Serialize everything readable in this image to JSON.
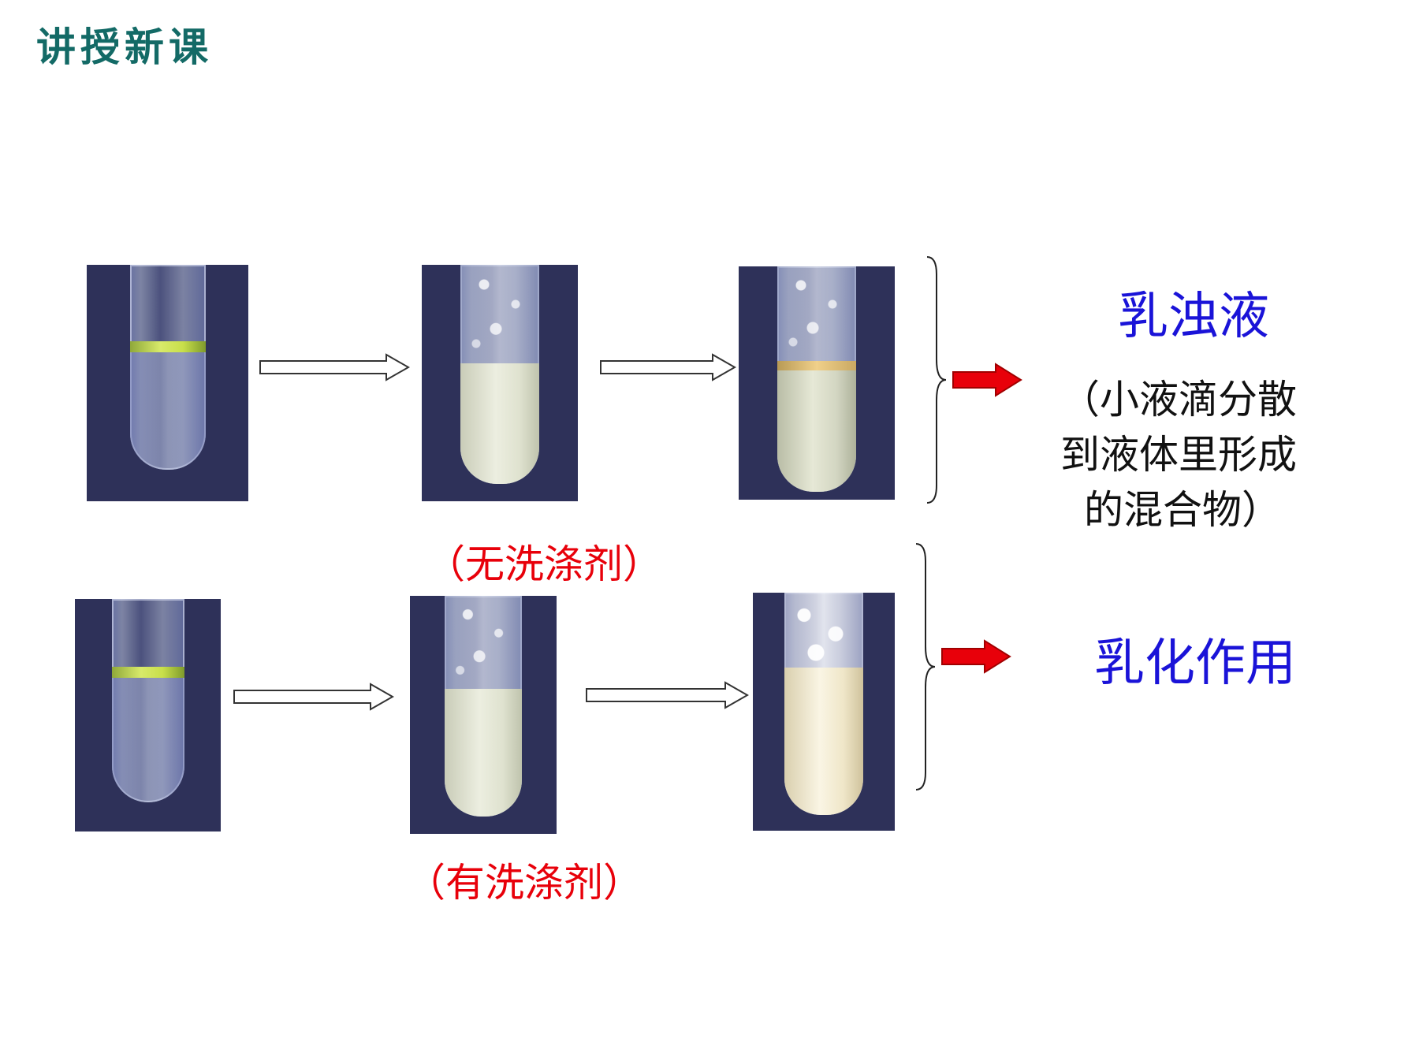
{
  "header": {
    "title": "讲授新课"
  },
  "row_top": {
    "caption": "（无洗涤剂）"
  },
  "row_bottom": {
    "caption": "（有洗涤剂）"
  },
  "results": {
    "emulsion_term": "乳浊液",
    "emulsion_desc_lines": [
      "（小液滴分散",
      "到液体里形成",
      "的混合物）"
    ],
    "emulsify_term": "乳化作用"
  },
  "colors": {
    "header": "#136a66",
    "caption_red": "#e8000a",
    "term_blue": "#1a13d8",
    "result_arrow": "#e8000a",
    "photo_bg": "#2e3159"
  },
  "icons": {
    "process_arrow": "hollow-right-arrow-icon",
    "result_arrow": "red-right-arrow-icon",
    "brace": "right-curly-brace-icon"
  }
}
